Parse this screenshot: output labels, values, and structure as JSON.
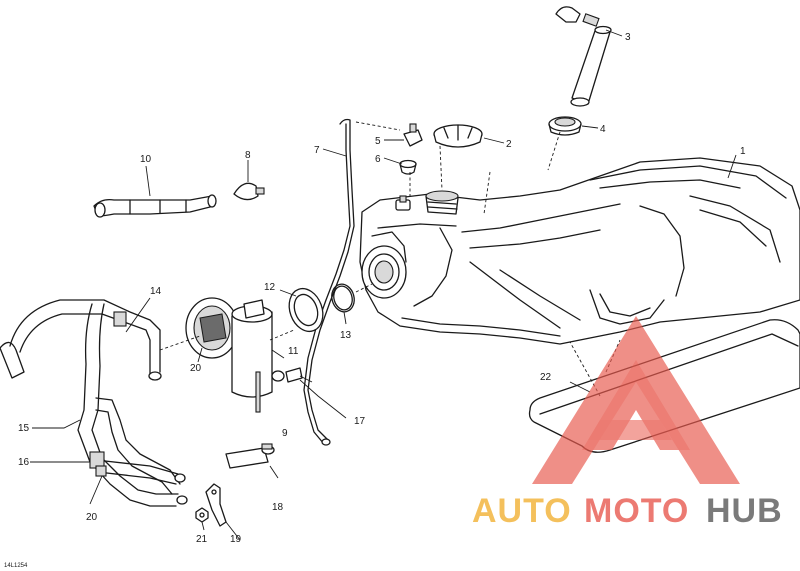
{
  "callouts": {
    "c1": "1",
    "c2": "2",
    "c3": "3",
    "c4": "4",
    "c5": "5",
    "c6": "6",
    "c7": "7",
    "c8": "8",
    "c9": "9",
    "c10": "10",
    "c11": "11",
    "c12": "12",
    "c13": "13",
    "c14": "14",
    "c15": "15",
    "c16": "16",
    "c17": "17",
    "c18": "18",
    "c19": "19",
    "c20a": "20",
    "c20b": "20",
    "c21": "21",
    "c22": "22"
  },
  "drawing_code": "14L1254",
  "watermark": {
    "auto": "AUTO",
    "moto": "MOTO",
    "hub": "HUB",
    "colors": {
      "triangle": "#e85a4f",
      "auto": "#f2b134",
      "moto": "#e85a4f",
      "hub": "#5a5a5a"
    }
  }
}
